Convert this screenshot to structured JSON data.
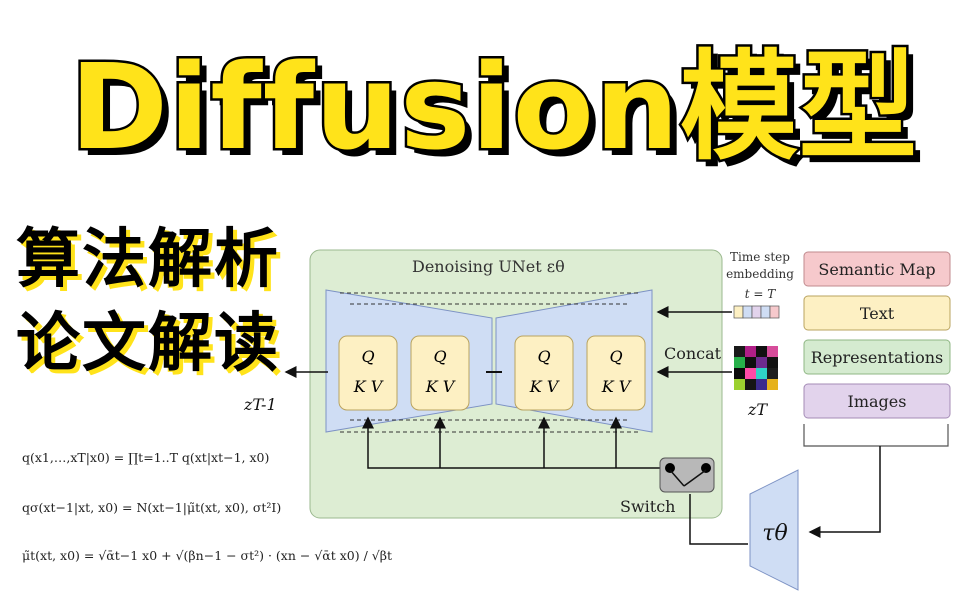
{
  "title": "Diffusion模型",
  "subtitles": [
    "算法解析",
    "论文解读"
  ],
  "diagram": {
    "unet_label": "Denoising UNet εθ",
    "qkv_blocks": [
      {
        "q": "Q",
        "kv": "K V"
      },
      {
        "q": "Q",
        "kv": "K V"
      },
      {
        "q": "Q",
        "kv": "K V"
      },
      {
        "q": "Q",
        "kv": "K V"
      }
    ],
    "concat_label": "Concat",
    "switch_label": "Switch",
    "timestep_label_1": "Time step",
    "timestep_label_2": "embedding",
    "timestep_eq": "t = T",
    "zT_label": "zT",
    "zT1_label": "zT-1",
    "tau_label": "τθ",
    "conditions": [
      "Semantic Map",
      "Text",
      "Representations",
      "Images"
    ],
    "condition_colors": [
      "#F6C9CC",
      "#FDF0C3",
      "#D5EBD0",
      "#E2D3EC"
    ]
  },
  "formulas": [
    "q(x1,…,xT|x0) = ∏t=1..T q(xt|xt−1, x0)",
    "qσ(xt−1|xt, x0) = N(xt−1|μ̃t(xt, x0), σt²I)",
    "μ̃t(xt, x0) = √ᾱt−1 x0 + √(βn−1 − σt²) · (xn − √ᾱt x0) / √βt"
  ]
}
